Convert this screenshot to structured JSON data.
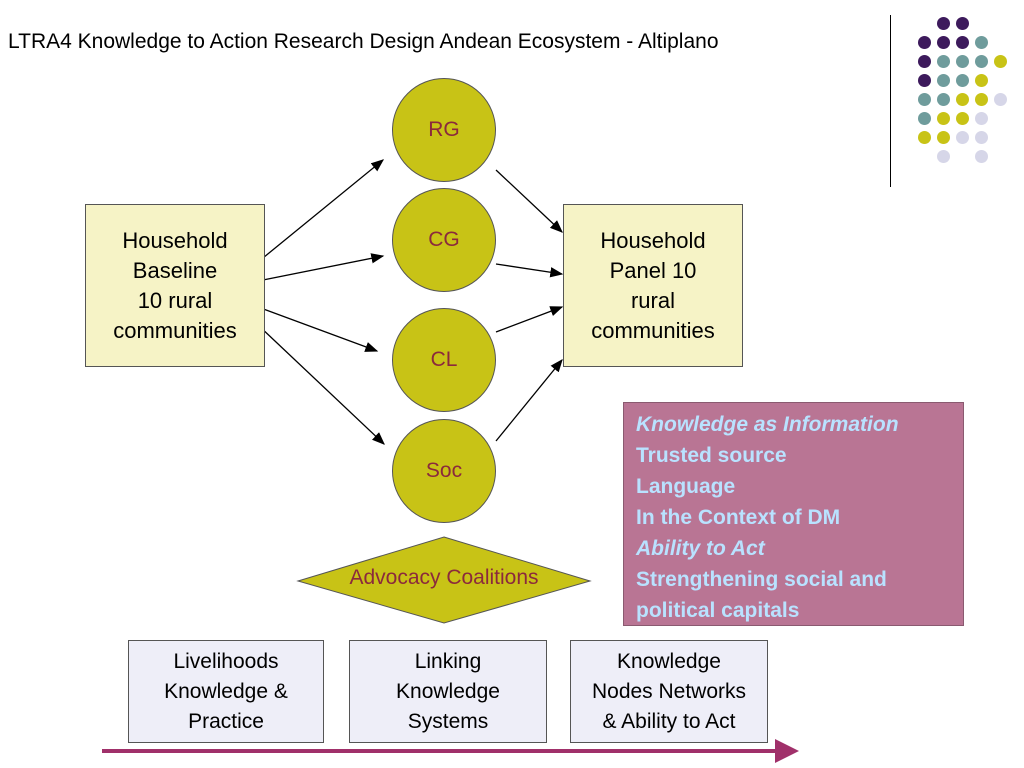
{
  "title": "LTRA4 Knowledge to Action Research Design  Andean Ecosystem - Altiplano",
  "colors": {
    "purple": "#3d1a5c",
    "teal": "#6f9c9c",
    "olive": "#c8c316",
    "lavender": "#d6d6e8",
    "box_fill": "#f6f3c6",
    "info_fill": "#b97594",
    "info_text": "#b9e2ff",
    "circle_text": "#8b2a3c",
    "arrow": "#a0306a"
  },
  "left_box": {
    "text": "Household\nBaseline\n10 rural\ncommunities"
  },
  "right_box": {
    "text": "Household\nPanel 10\nrural\ncommunities"
  },
  "groups": [
    {
      "label": "RG"
    },
    {
      "label": "CG"
    },
    {
      "label": "CL"
    },
    {
      "label": "Soc"
    }
  ],
  "diamond": {
    "label": "Advocacy Coalitions"
  },
  "info_box": {
    "line1": "Knowledge as Information",
    "line2": "Trusted source",
    "line3": "Language",
    "line4": "In the Context of DM",
    "line5": "Ability to Act",
    "line6": "Strengthening social and",
    "line7": "political capitals"
  },
  "stages": [
    {
      "text": "Livelihoods\nKnowledge &\nPractice"
    },
    {
      "text": "Linking\nKnowledge\nSystems"
    },
    {
      "text": "Knowledge\nNodes Networks\n& Ability to Act"
    }
  ]
}
